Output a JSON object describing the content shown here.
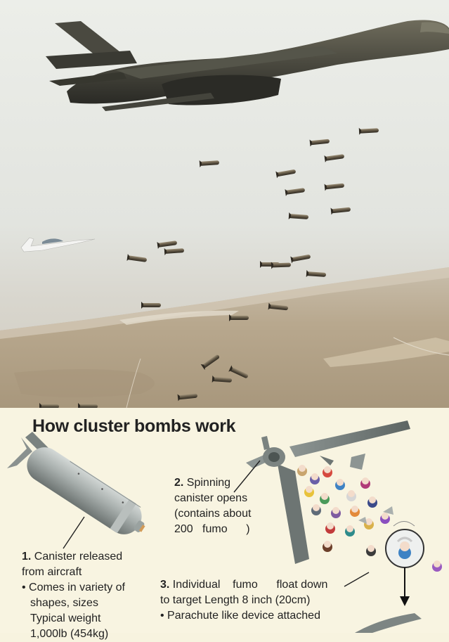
{
  "infographic": {
    "title": "How cluster bombs work",
    "step1": {
      "number": "1.",
      "heading_rest": "Canister released",
      "line2": "from aircraft",
      "bullet1_a": "• Comes in variety of",
      "bullet1_b": "shapes, sizes",
      "weight_label": "Typical weight",
      "weight_value": "1,000lb (454kg)"
    },
    "step2": {
      "number": "2.",
      "heading_rest": "Spinning",
      "line2": "canister opens",
      "line3": "(contains about",
      "line4": "200   fumo      )"
    },
    "step3": {
      "number": "3.",
      "line1_rest": "Individual    fumo      float down",
      "line2": "to target Length 8 inch (20cm)",
      "line3": "• Parachute like device attached"
    }
  },
  "colors": {
    "sky_top": "#e8ebe6",
    "ground": "#b9a88e",
    "bomber": "#3d3d35",
    "background": "#f8f4e1",
    "canister": "#a7adab",
    "text": "#222222"
  }
}
